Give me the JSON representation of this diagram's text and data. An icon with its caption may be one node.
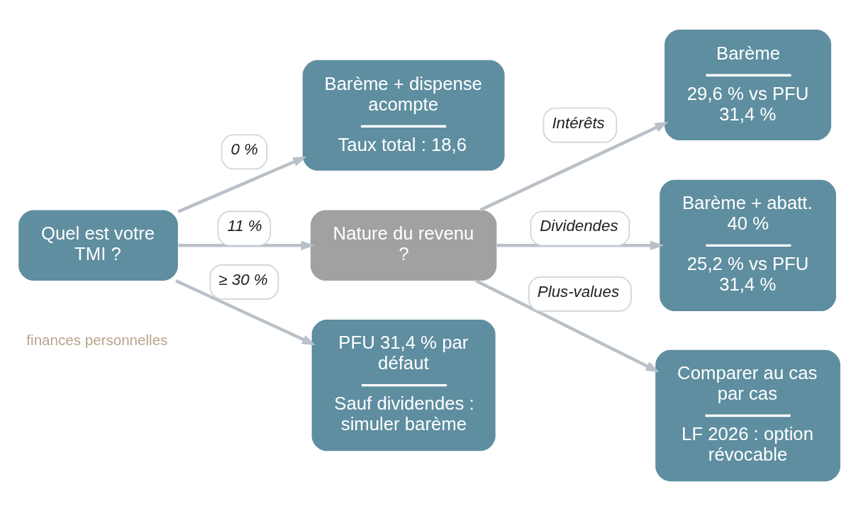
{
  "diagram": {
    "nodes": [
      {
        "text": [
          "Quel est votre TMI ?"
        ]
      },
      {
        "text": [
          "Barème + dispense acompte",
          "Taux total : 18,6"
        ]
      },
      {
        "text": [
          "Nature du revenu ?"
        ]
      },
      {
        "text": [
          "PFU 31,4 % par défaut",
          "Sauf dividendes : simuler barème"
        ]
      },
      {
        "text": [
          "Barème",
          "29,6 % vs PFU 31,4 %"
        ]
      },
      {
        "text": [
          "Barème + abatt. 40 %",
          "25,2 % vs PFU 31,4 %"
        ]
      },
      {
        "text": [
          "Comparer au cas par cas",
          "LF 2026 : option révocable"
        ]
      }
    ],
    "edges": [
      {
        "from": 0,
        "to": 1,
        "arrow": "to",
        "label": "0 %"
      },
      {
        "from": 0,
        "to": 2,
        "arrow": "to",
        "label": "11 %"
      },
      {
        "from": 0,
        "to": 3,
        "arrow": "to",
        "label": "≥ 30 %"
      },
      {
        "from": 2,
        "to": 4,
        "arrow": "to",
        "label": "Intérêts"
      },
      {
        "from": 2,
        "to": 5,
        "arrow": "to",
        "label": "Dividendes"
      },
      {
        "from": 2,
        "to": 6,
        "arrow": "to",
        "label": "Plus-values"
      }
    ],
    "labels": [
      "finances personnelles"
    ]
  }
}
